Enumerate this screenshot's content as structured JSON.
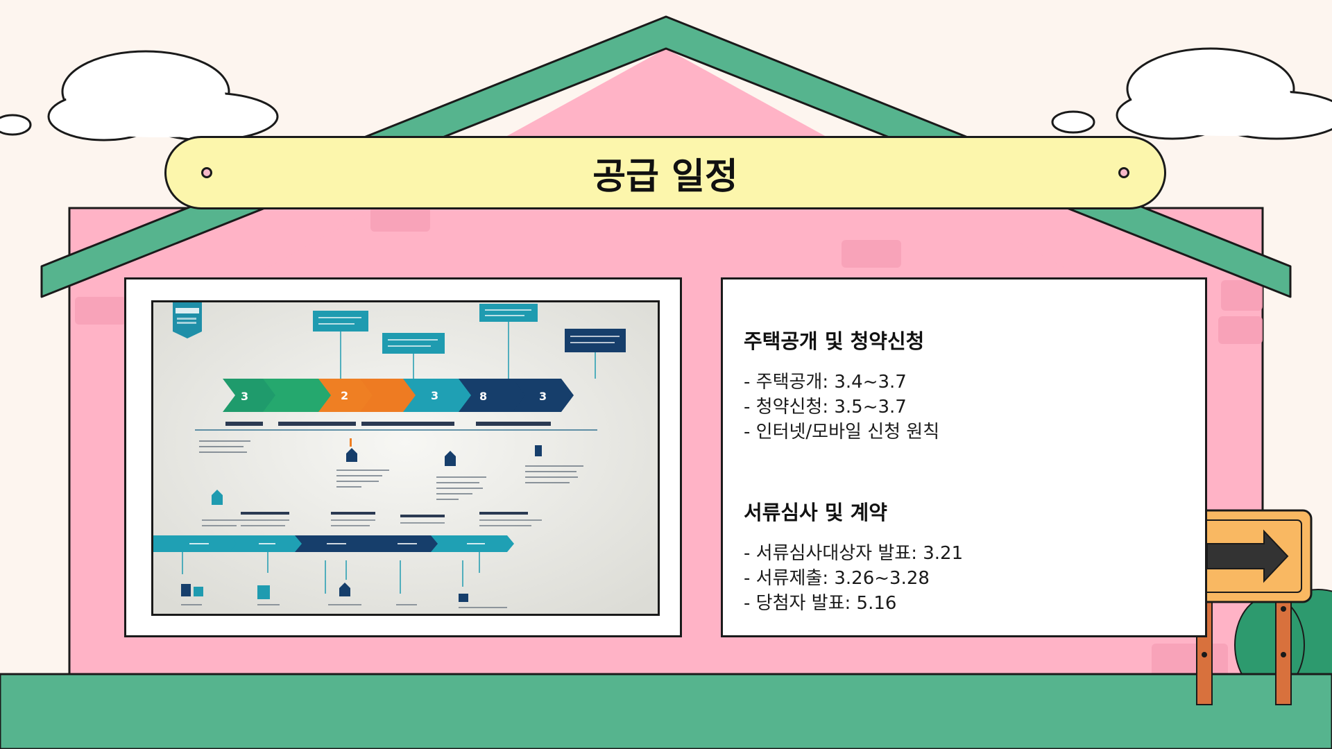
{
  "title": "공급 일정",
  "sections": [
    {
      "heading": "주택공개 및 청약신청",
      "lines": [
        "- 주택공개: 3.4~3.7",
        "- 청약신청: 3.5~3.7",
        "- 인터넷/모바일 신청 원칙"
      ]
    },
    {
      "heading": "서류심사 및 계약",
      "lines": [
        "- 서류심사대상자 발표: 3.21",
        "- 서류제출: 3.26~3.28",
        "- 당첨자 발표: 5.16"
      ]
    }
  ],
  "colors": {
    "background": "#fdf5ef",
    "roof": "#56b48e",
    "wall": "#ffb3c6",
    "ground": "#56b48e",
    "banner": "#fcf6ac",
    "sign": "#f9b862",
    "post": "#d8713d"
  },
  "icons": {
    "sign_arrow": "arrow-right-icon"
  }
}
